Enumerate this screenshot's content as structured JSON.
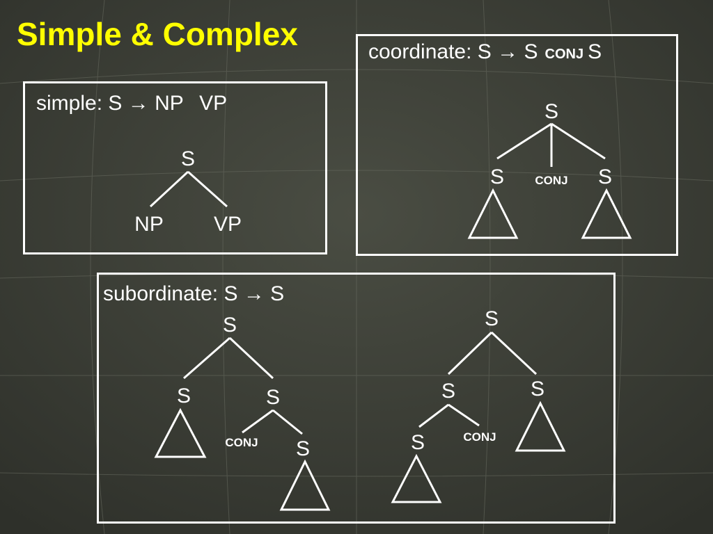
{
  "slide": {
    "title": "Simple & Complex",
    "title_color": "#ffff00",
    "background_color": "#3a3d35"
  },
  "simple": {
    "rule_label": "simple:",
    "rule_lhs": "S",
    "arrow": "→",
    "rule_rhs_1": "NP",
    "rule_rhs_2": "VP",
    "tree": {
      "root": "S",
      "left": "NP",
      "right": "VP"
    }
  },
  "coordinate": {
    "rule_label": "coordinate:",
    "rule_lhs": "S",
    "arrow": "→",
    "rule_rhs_1": "S",
    "rule_conj": "CONJ",
    "rule_rhs_2": "S",
    "tree": {
      "root": "S",
      "left": "S",
      "middle": "CONJ",
      "right": "S"
    }
  },
  "subordinate": {
    "rule_label": "subordinate:",
    "rule_lhs": "S",
    "arrow": "→",
    "rule_rhs": "S",
    "tree_a": {
      "root": "S",
      "left": "S",
      "right": "S",
      "right_conj": "CONJ",
      "right_s": "S"
    },
    "tree_b": {
      "root": "S",
      "left": "S",
      "right": "S",
      "left_s": "S",
      "left_conj": "CONJ"
    }
  }
}
